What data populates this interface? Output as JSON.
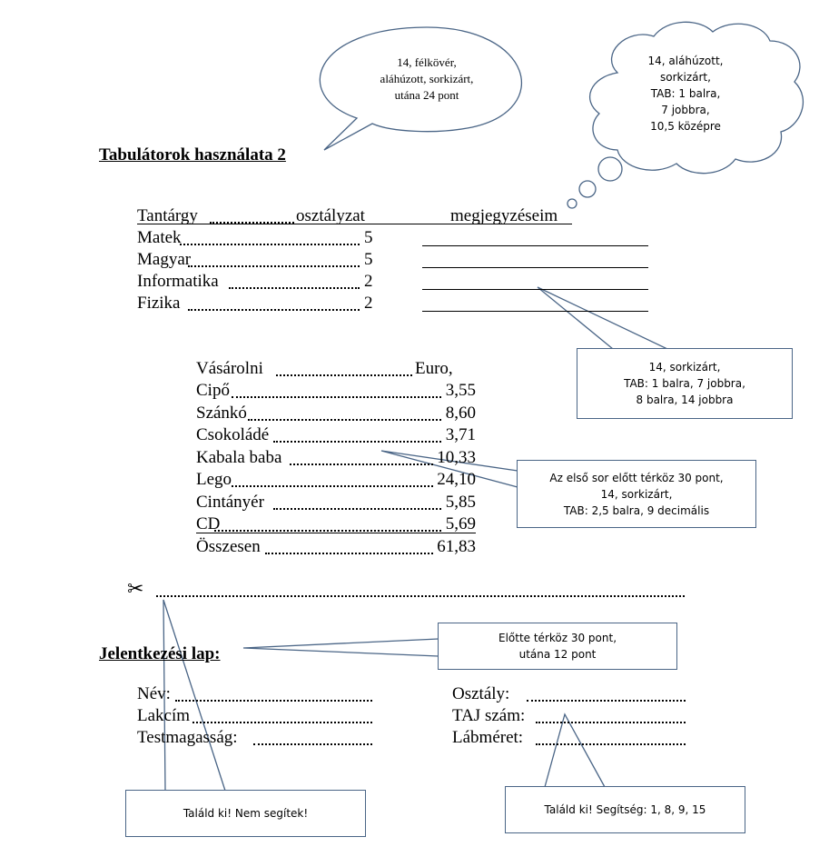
{
  "callouts": {
    "heading_bubble": [
      "14, félkövér,",
      "aláhúzott, sorkizárt,",
      "utána 24 pont"
    ],
    "cloud": [
      "14, aláhúzott,",
      "sorkizárt,",
      "TAB: 1 balra,",
      "7 jobbra,",
      "10,5 középre"
    ],
    "grades_box": [
      "14, sorkizárt,",
      "TAB: 1 balra, 7 jobbra,",
      "8 balra, 14 jobbra"
    ],
    "shopping_box": [
      "Az első sor előtt térköz 30 pont,",
      "14, sorkizárt,",
      "TAB: 2,5 balra, 9 decimális"
    ],
    "form_heading_box": [
      "Előtte térköz 30 pont,",
      "utána 12 pont"
    ],
    "left_bottom_box": "Találd ki! Nem segítek!",
    "right_bottom_box": "Találd ki! Segítség: 1, 8, 9, 15"
  },
  "section1": {
    "title": "Tabulátorok használata 2",
    "header": {
      "subject": "Tantárgy",
      "grade": "osztályzat",
      "notes": "megjegyzéseim"
    },
    "rows": [
      {
        "subject": "Matek",
        "grade": "5"
      },
      {
        "subject": "Magyar",
        "grade": "5"
      },
      {
        "subject": "Informatika",
        "grade": "2"
      },
      {
        "subject": "Fizika",
        "grade": "2"
      }
    ]
  },
  "shopping": {
    "header": {
      "label": "Vásárolni",
      "currency": "Euro,"
    },
    "items": [
      {
        "name": "Cipő",
        "price": "3,55"
      },
      {
        "name": "Szánkó",
        "price": "8,60"
      },
      {
        "name": "Csokoládé",
        "price": "3,71"
      },
      {
        "name": "Kabala baba",
        "price": "10,33"
      },
      {
        "name": "Lego",
        "price": "24,10"
      },
      {
        "name": "Cintányér",
        "price": "5,85"
      },
      {
        "name": "CD",
        "price": "5,69"
      }
    ],
    "total": {
      "name": "Összesen",
      "price": "61,83"
    }
  },
  "cut_line": {
    "icon": "scissors-icon",
    "glyph": "✂"
  },
  "form": {
    "title": "Jelentkezési lap:",
    "left_fields": [
      "Név:",
      "Lakcím",
      "Testmagasság:"
    ],
    "right_fields": [
      "Osztály:",
      "TAJ szám:",
      "Lábméret:"
    ]
  }
}
